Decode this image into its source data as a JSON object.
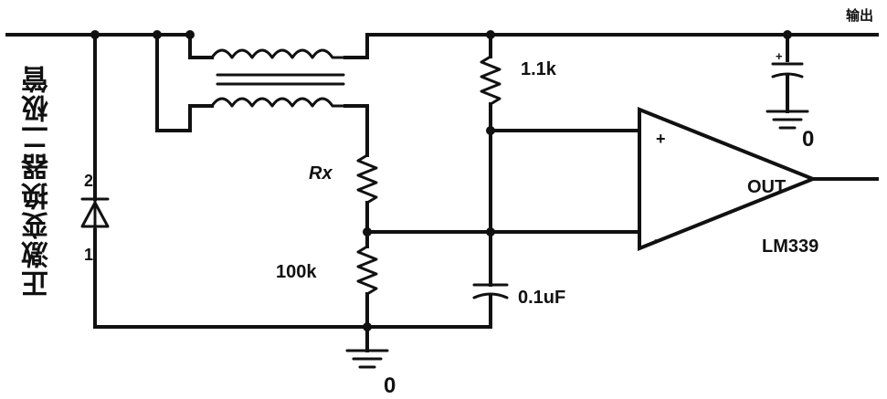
{
  "diagram": {
    "output_label": "输出",
    "diode_label": "正激变换器二极管",
    "diode_pin_top": "2",
    "diode_pin_bottom": "1",
    "resistor_top_label": "1.1k",
    "resistor_rx_label": "Rx",
    "resistor_bottom_label": "100k",
    "capacitor_label": "0.1uF",
    "opamp_plus": "+",
    "opamp_minus": "-",
    "opamp_out": "OUT",
    "opamp_part": "LM339",
    "ground_label_bottom": "0",
    "ground_label_right": "0",
    "output_cap_polarity": "+"
  }
}
